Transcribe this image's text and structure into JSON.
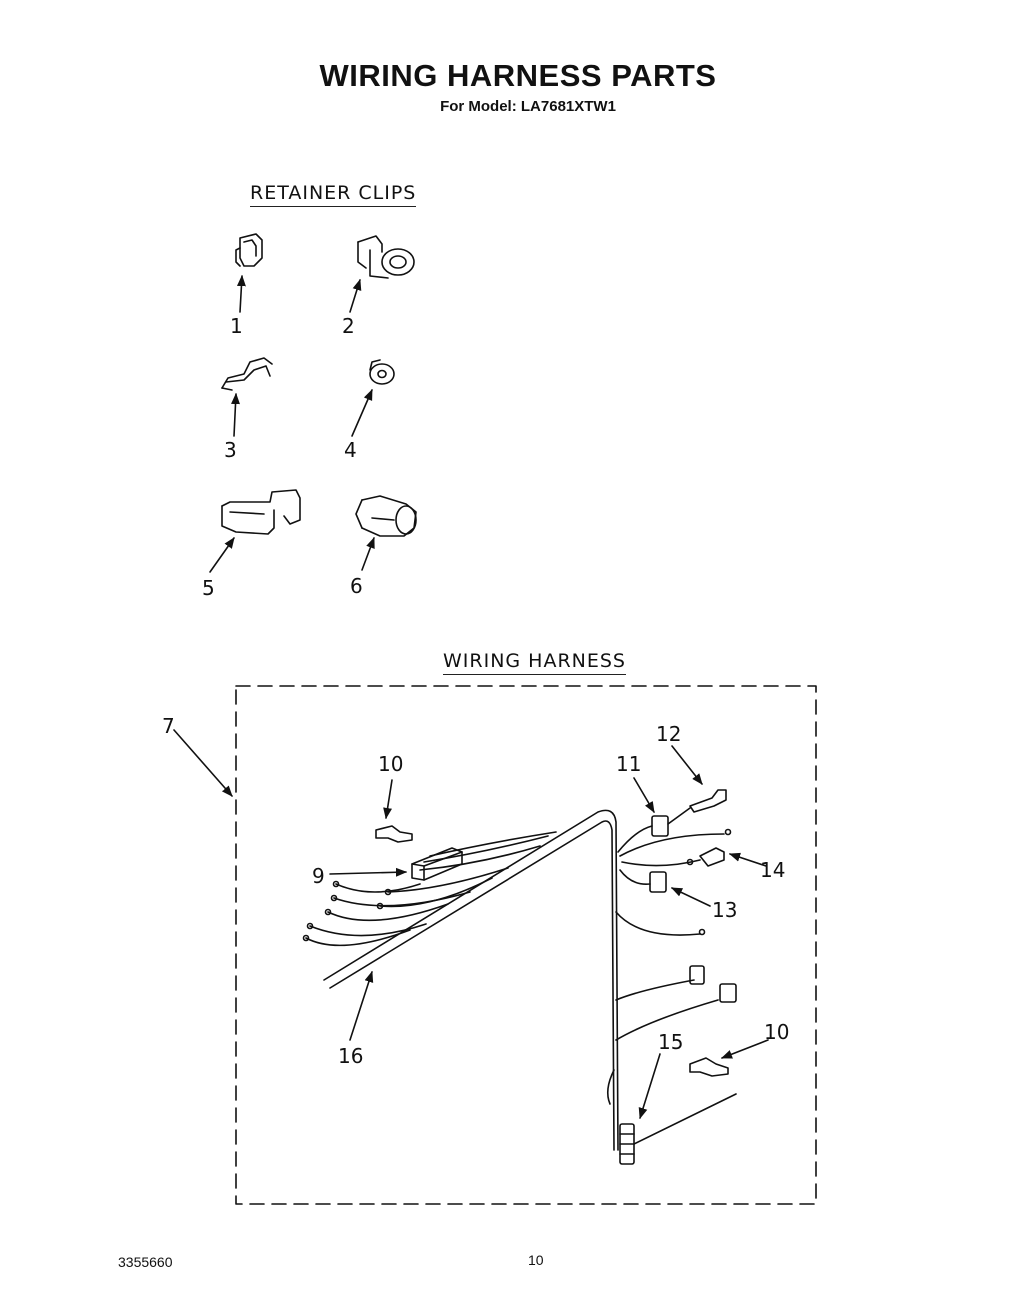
{
  "header": {
    "title": "WIRING HARNESS PARTS",
    "subtitle": "For Model: LA7681XTW1"
  },
  "sections": {
    "retainer_clips": "RETAINER CLIPS",
    "wiring_harness": "WIRING HARNESS"
  },
  "callouts": {
    "c1": "1",
    "c2": "2",
    "c3": "3",
    "c4": "4",
    "c5": "5",
    "c6": "6",
    "c7": "7",
    "c9": "9",
    "c10a": "10",
    "c10b": "10",
    "c11": "11",
    "c12": "12",
    "c13": "13",
    "c14": "14",
    "c15": "15",
    "c16": "16"
  },
  "footer": {
    "doc_number": "3355660",
    "page_number": "10"
  }
}
